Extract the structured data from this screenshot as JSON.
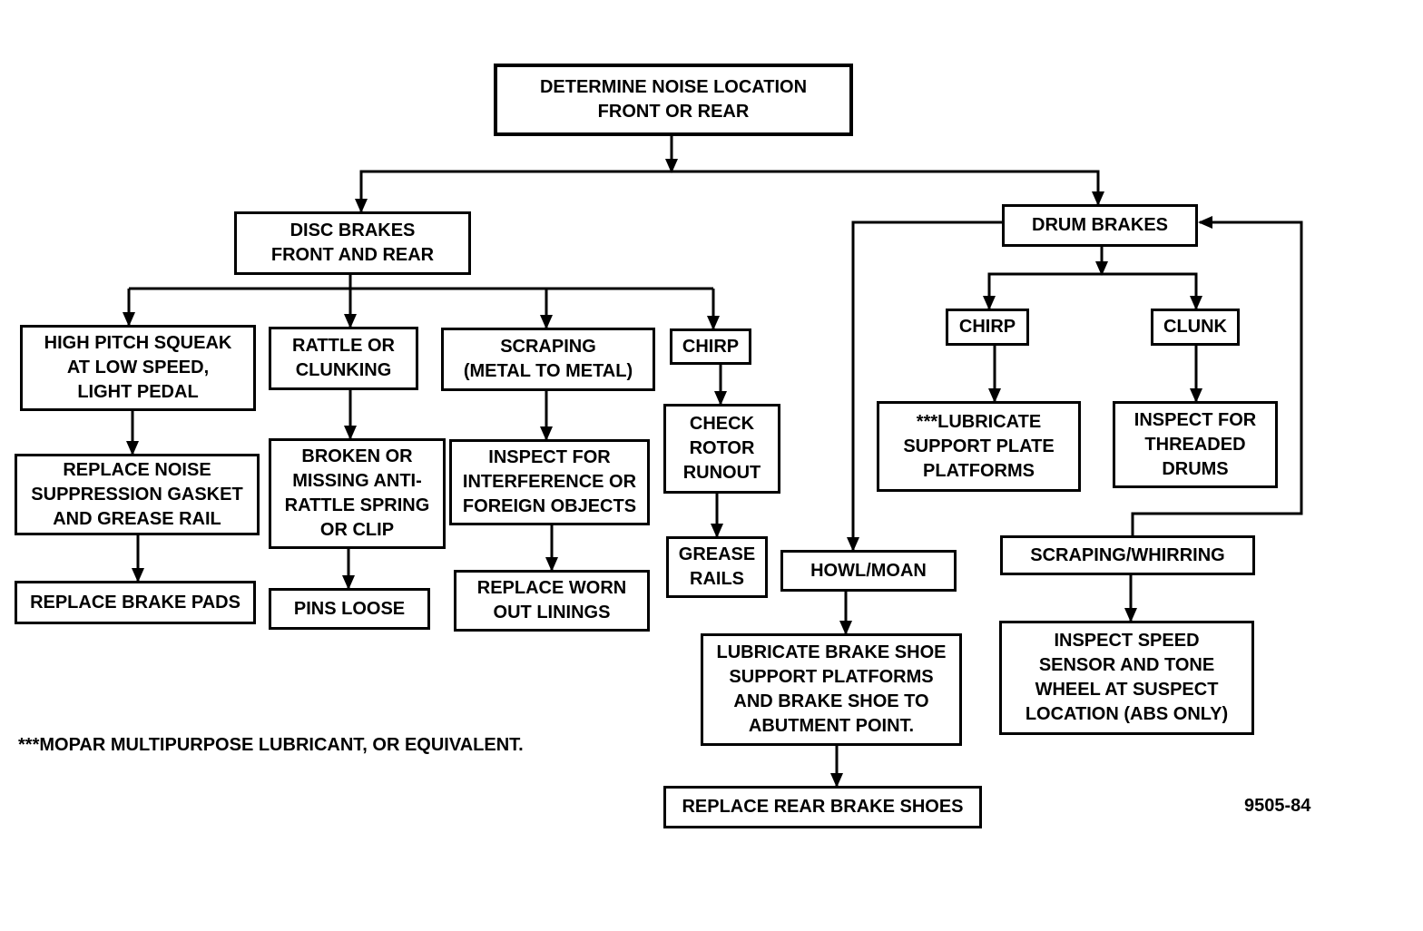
{
  "nodes": {
    "root": "DETERMINE NOISE LOCATION\nFRONT OR REAR",
    "disc": "DISC BRAKES\nFRONT AND REAR",
    "drum": "DRUM BRAKES",
    "squeak": "HIGH PITCH SQUEAK\nAT LOW SPEED,\nLIGHT PEDAL",
    "rattle": "RATTLE OR\nCLUNKING",
    "scraping_disc": "SCRAPING\n(METAL TO METAL)",
    "chirp_disc": "CHIRP",
    "replace_gasket": "REPLACE NOISE\nSUPPRESSION GASKET\nAND GREASE RAIL",
    "replace_pads": "REPLACE BRAKE PADS",
    "broken_spring": "BROKEN OR\nMISSING ANTI-\nRATTLE SPRING\nOR CLIP",
    "pins_loose": "PINS LOOSE",
    "inspect_interference": "INSPECT FOR\nINTERFERENCE OR\nFOREIGN OBJECTS",
    "replace_linings": "REPLACE WORN\nOUT LININGS",
    "check_runout": "CHECK\nROTOR\nRUNOUT",
    "grease_rails": "GREASE\nRAILS",
    "chirp_drum": "CHIRP",
    "clunk": "CLUNK",
    "lubricate_support": "***LUBRICATE\nSUPPORT PLATE\nPLATFORMS",
    "inspect_threaded": "INSPECT FOR\nTHREADED\nDRUMS",
    "howl": "HOWL/MOAN",
    "scraping_whirring": "SCRAPING/WHIRRING",
    "lubricate_shoe": "LUBRICATE BRAKE SHOE\nSUPPORT PLATFORMS\nAND BRAKE SHOE TO\nABUTMENT POINT.",
    "replace_shoes": "REPLACE REAR BRAKE SHOES",
    "inspect_sensor": "INSPECT SPEED\nSENSOR AND TONE\nWHEEL AT SUSPECT\nLOCATION (ABS ONLY)"
  },
  "footnote": "***MOPAR MULTIPURPOSE LUBRICANT, OR EQUIVALENT.",
  "figure_id": "9505-84"
}
